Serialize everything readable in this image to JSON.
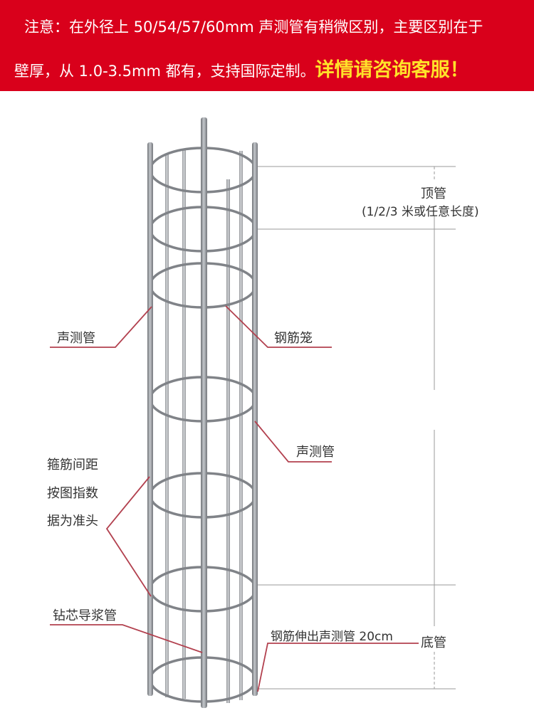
{
  "banner": {
    "line1": "注意：在外径上 50/54/57/60mm 声测管有稍微区别，主要区别在于",
    "line2": "壁厚，从 1.0-3.5mm 都有，支持国际定制。",
    "highlight": "详情请咨询客服！",
    "bg_color": "#d9001b",
    "highlight_color": "#ffe22a"
  },
  "labels": {
    "top_pipe": "顶管",
    "top_pipe_length": "(1/2/3 米或任意长度)",
    "sound_pipe_left": "声测管",
    "rebar_cage": "钢筋笼",
    "sound_pipe_right": "声测管",
    "stirrup_line1": "箍筋间距",
    "stirrup_line2": "按图指数",
    "stirrup_line3": "据为准头",
    "grout_pipe": "钻芯导浆管",
    "rebar_extension": "钢筋伸出声测管 20cm",
    "bottom_pipe": "底管"
  },
  "colors": {
    "leader_line": "#b2404e",
    "rebar": "#8a8d92",
    "dimension_line": "#999999"
  }
}
